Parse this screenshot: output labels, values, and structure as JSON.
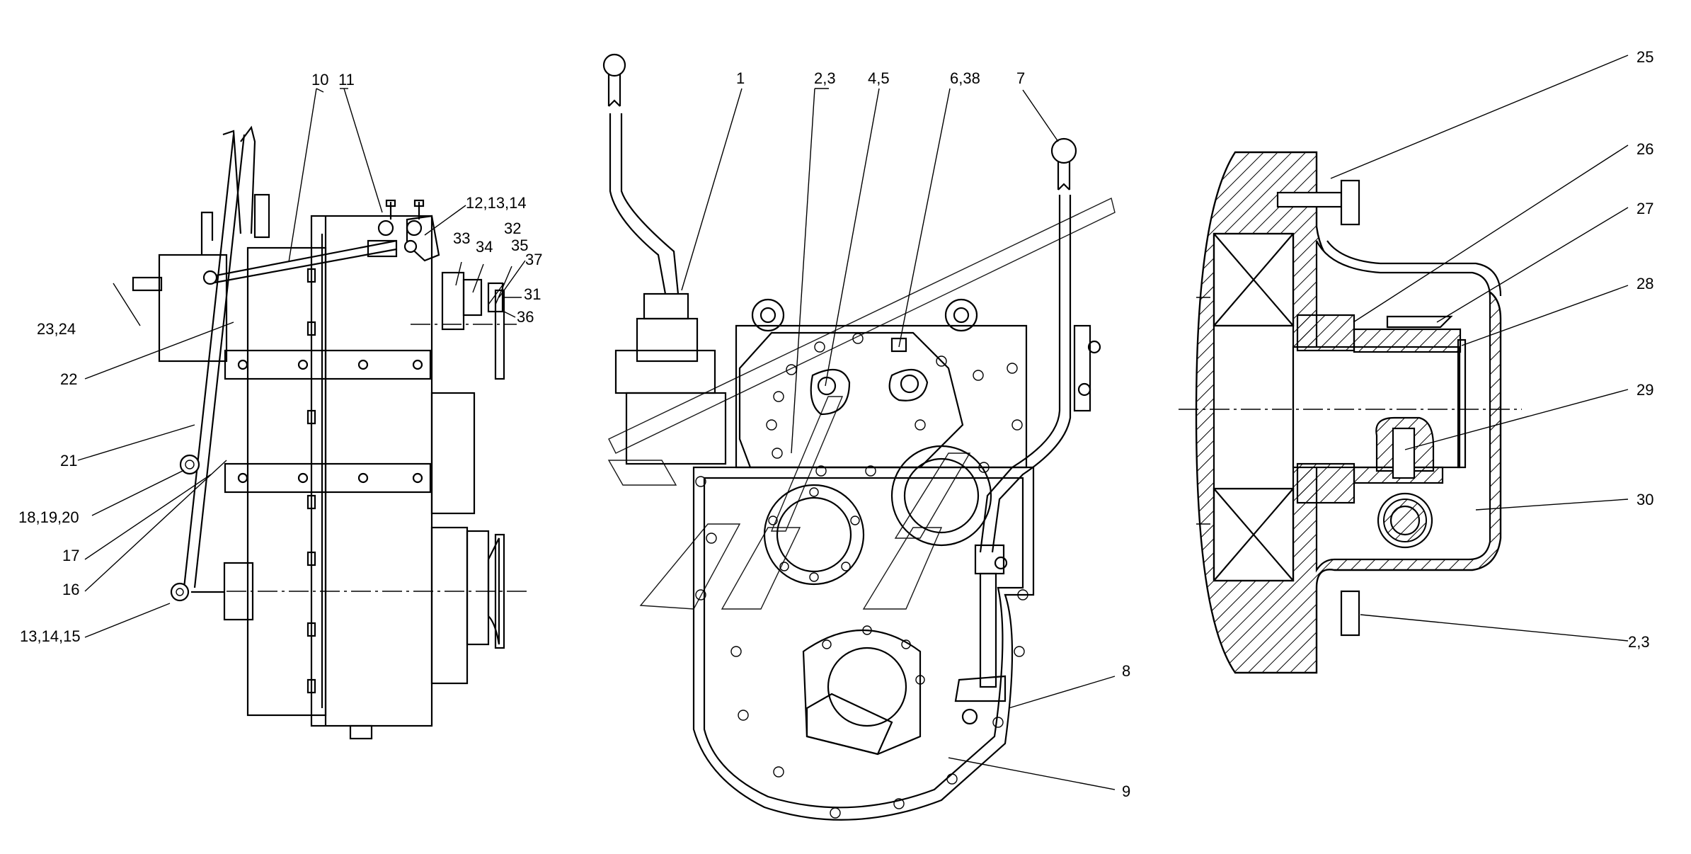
{
  "callouts": {
    "left": {
      "c10": "10",
      "c11": "11",
      "c12": "12,13,14",
      "c33": "33",
      "c34": "34",
      "c32": "32",
      "c35": "35",
      "c37": "37",
      "c31": "31",
      "c36": "36",
      "c23": "23,24",
      "c22": "22",
      "c21": "21",
      "c18": "18,19,20",
      "c17": "17",
      "c16": "16",
      "c13": "13,14,15"
    },
    "middle": {
      "c1": "1",
      "c2": "2,3",
      "c4": "4,5",
      "c6": "6,38",
      "c7": "7",
      "c8": "8",
      "c9": "9"
    },
    "right": {
      "c25": "25",
      "c26": "26",
      "c27": "27",
      "c28": "28",
      "c29": "29",
      "c30": "30",
      "c2b": "2,3"
    }
  }
}
